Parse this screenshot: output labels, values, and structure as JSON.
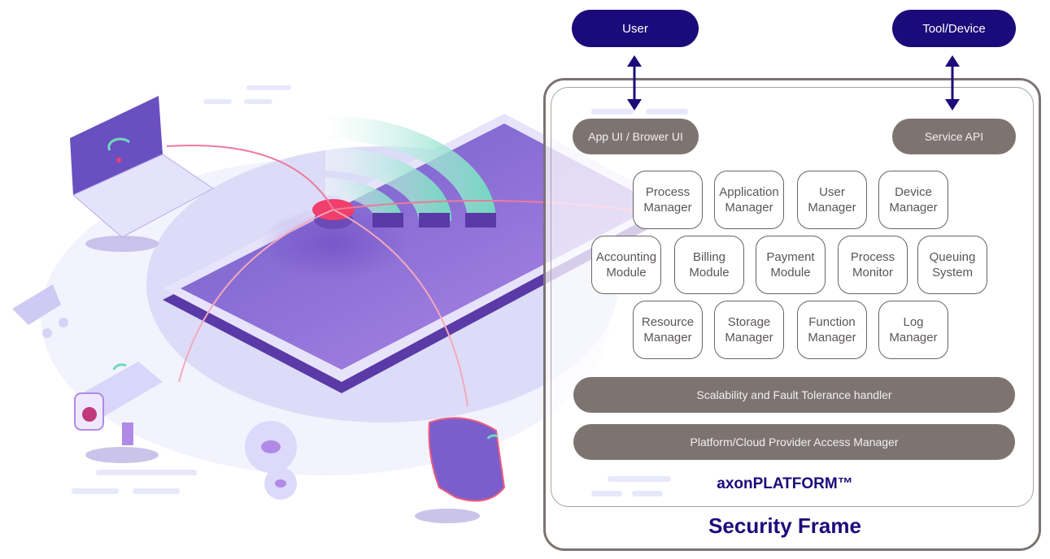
{
  "external": {
    "user": "User",
    "tool_device": "Tool/Device"
  },
  "interfaces": {
    "app_ui": "App UI / Brower UI",
    "service_api": "Service API"
  },
  "modules": {
    "row1": [
      {
        "line1": "Process",
        "line2": "Manager"
      },
      {
        "line1": "Application",
        "line2": "Manager"
      },
      {
        "line1": "User",
        "line2": "Manager"
      },
      {
        "line1": "Device",
        "line2": "Manager"
      }
    ],
    "row2": [
      {
        "line1": "Accounting",
        "line2": "Module"
      },
      {
        "line1": "Billing",
        "line2": "Module"
      },
      {
        "line1": "Payment",
        "line2": "Module"
      },
      {
        "line1": "Process",
        "line2": "Monitor"
      },
      {
        "line1": "Queuing",
        "line2": "System"
      }
    ],
    "row3": [
      {
        "line1": "Resource",
        "line2": "Manager"
      },
      {
        "line1": "Storage",
        "line2": "Manager"
      },
      {
        "line1": "Function",
        "line2": "Manager"
      },
      {
        "line1": "Log",
        "line2": "Manager"
      }
    ]
  },
  "layers": {
    "scalability": "Scalability and Fault Tolerance handler",
    "cloud_access": "Platform/Cloud Provider Access Manager"
  },
  "platform_name": "axonPLATFORM™",
  "security_frame": "Security Frame",
  "colors": {
    "navy": "#1b0b7a",
    "gray": "#7d7472",
    "purple": "#7b5fd0",
    "mint": "#7fdcc3",
    "pink": "#f0476a"
  }
}
